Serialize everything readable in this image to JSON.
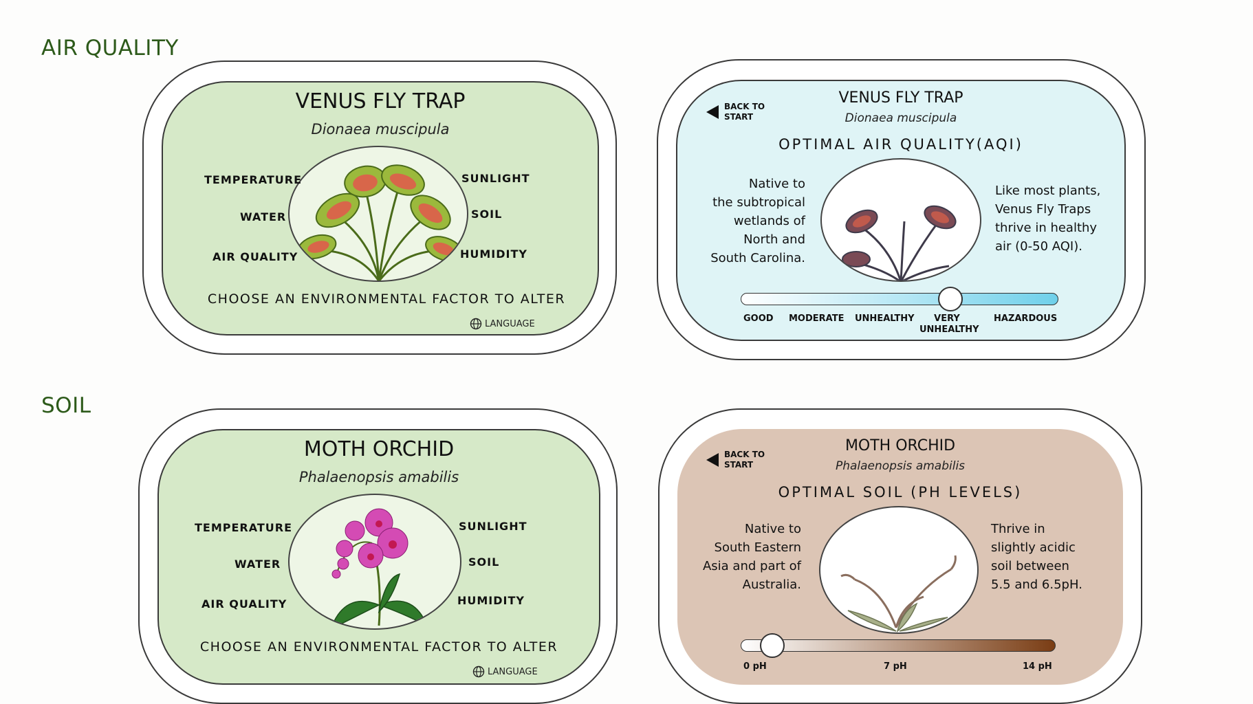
{
  "sections": {
    "air_quality": "AIR QUALITY",
    "soil": "SOIL"
  },
  "venus_home": {
    "title": "VENUS FLY TRAP",
    "scientific": "Dionaea muscipula",
    "factors": {
      "temperature": "TEMPERATURE",
      "water": "WATER",
      "air_quality": "AIR QUALITY",
      "sunlight": "SUNLIGHT",
      "soil": "SOIL",
      "humidity": "HUMIDITY"
    },
    "prompt": "CHOOSE AN ENVIRONMENTAL FACTOR TO ALTER",
    "language": "LANGUAGE"
  },
  "venus_detail": {
    "back_line1": "BACK TO",
    "back_line2": "START",
    "title": "VENUS FLY TRAP",
    "scientific": "Dionaea muscipula",
    "heading": "OPTIMAL AIR QUALITY(AQI)",
    "left_text": [
      "Native to",
      "the subtropical",
      "wetlands of",
      "North and",
      "South Carolina."
    ],
    "right_text": [
      "Like most plants,",
      "Venus Fly Traps",
      "thrive in healthy",
      "air (0-50 AQI)."
    ],
    "slider_labels": {
      "good": "GOOD",
      "moderate": "MODERATE",
      "unhealthy": "UNHEALTHY",
      "very1": "VERY",
      "very2": "UNHEALTHY",
      "hazardous": "HAZARDOUS"
    },
    "slider_value": 0.66,
    "colors": {
      "track_start": "#ffffff",
      "track_end": "#6fd0ea"
    }
  },
  "orchid_home": {
    "title": "MOTH ORCHID",
    "scientific": "Phalaenopsis amabilis",
    "factors": {
      "temperature": "TEMPERATURE",
      "water": "WATER",
      "air_quality": "AIR QUALITY",
      "sunlight": "SUNLIGHT",
      "soil": "SOIL",
      "humidity": "HUMIDITY"
    },
    "prompt": "CHOOSE AN ENVIRONMENTAL FACTOR TO ALTER",
    "language": "LANGUAGE"
  },
  "orchid_detail": {
    "back_line1": "BACK TO",
    "back_line2": "START",
    "title": "MOTH ORCHID",
    "scientific": "Phalaenopsis amabilis",
    "heading": "OPTIMAL SOIL (PH LEVELS)",
    "left_text": [
      "Native to",
      "South Eastern",
      "Asia and part of",
      "Australia."
    ],
    "right_text": [
      "Thrive in",
      "slightly acidic",
      "soil between",
      "5.5 and 6.5pH."
    ],
    "slider_labels": {
      "min": "0 pH",
      "mid": "7 pH",
      "max": "14 pH"
    },
    "slider_value": 0.1,
    "colors": {
      "track_start": "#ffffff",
      "track_end": "#7a3d14"
    }
  }
}
